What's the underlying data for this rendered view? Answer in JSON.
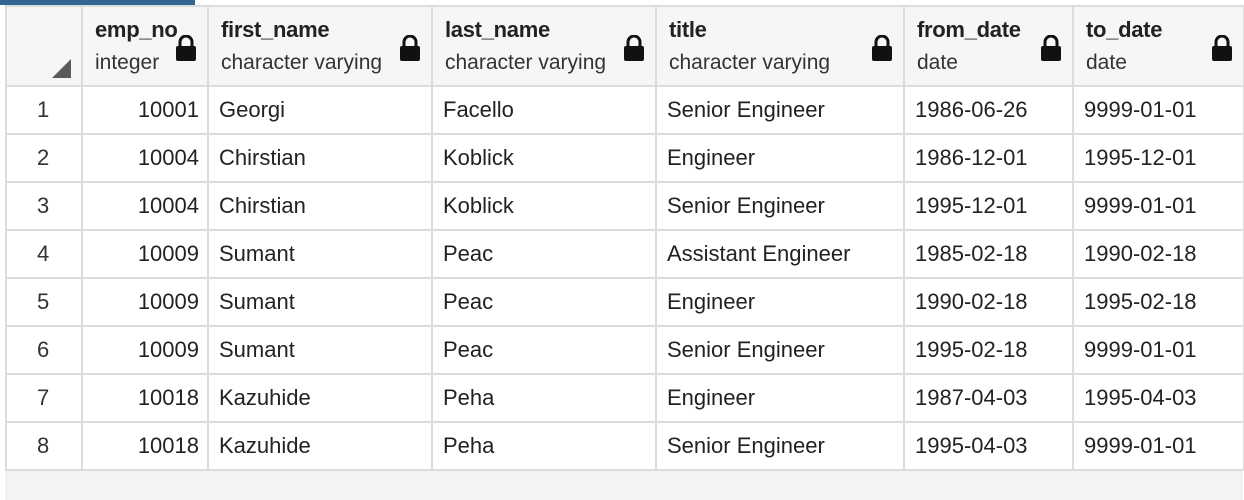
{
  "columns": [
    {
      "name": "emp_no",
      "type": "integer"
    },
    {
      "name": "first_name",
      "type": "character varying"
    },
    {
      "name": "last_name",
      "type": "character varying"
    },
    {
      "name": "title",
      "type": "character varying"
    },
    {
      "name": "from_date",
      "type": "date"
    },
    {
      "name": "to_date",
      "type": "date"
    }
  ],
  "rows": [
    {
      "n": "1",
      "emp_no": "10001",
      "first_name": "Georgi",
      "last_name": "Facello",
      "title": "Senior Engineer",
      "from_date": "1986-06-26",
      "to_date": "9999-01-01"
    },
    {
      "n": "2",
      "emp_no": "10004",
      "first_name": "Chirstian",
      "last_name": "Koblick",
      "title": "Engineer",
      "from_date": "1986-12-01",
      "to_date": "1995-12-01"
    },
    {
      "n": "3",
      "emp_no": "10004",
      "first_name": "Chirstian",
      "last_name": "Koblick",
      "title": "Senior Engineer",
      "from_date": "1995-12-01",
      "to_date": "9999-01-01"
    },
    {
      "n": "4",
      "emp_no": "10009",
      "first_name": "Sumant",
      "last_name": "Peac",
      "title": "Assistant Engineer",
      "from_date": "1985-02-18",
      "to_date": "1990-02-18"
    },
    {
      "n": "5",
      "emp_no": "10009",
      "first_name": "Sumant",
      "last_name": "Peac",
      "title": "Engineer",
      "from_date": "1990-02-18",
      "to_date": "1995-02-18"
    },
    {
      "n": "6",
      "emp_no": "10009",
      "first_name": "Sumant",
      "last_name": "Peac",
      "title": "Senior Engineer",
      "from_date": "1995-02-18",
      "to_date": "9999-01-01"
    },
    {
      "n": "7",
      "emp_no": "10018",
      "first_name": "Kazuhide",
      "last_name": "Peha",
      "title": "Engineer",
      "from_date": "1987-04-03",
      "to_date": "1995-04-03"
    },
    {
      "n": "8",
      "emp_no": "10018",
      "first_name": "Kazuhide",
      "last_name": "Peha",
      "title": "Senior Engineer",
      "from_date": "1995-04-03",
      "to_date": "9999-01-01"
    }
  ]
}
